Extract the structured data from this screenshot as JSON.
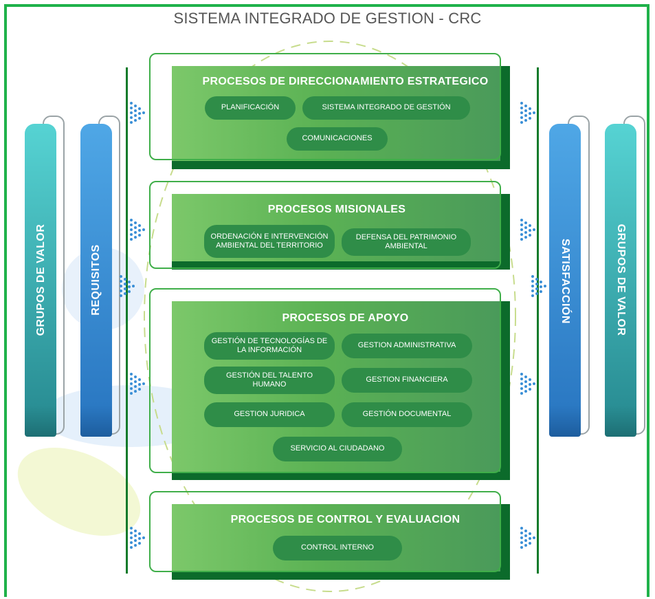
{
  "title": "SISTEMA INTEGRADO DE GESTION - CRC",
  "colors": {
    "frame": "#1fb24a",
    "section_dark": "#0c6b2b",
    "pill": "#2f8d48",
    "pillar_teal": "#3fbfc4",
    "pillar_blue": "#3d8fd6"
  },
  "left": {
    "outer_label": "GRUPOS DE VALOR",
    "inner_label": "REQUISITOS"
  },
  "right": {
    "inner_label": "SATISFACCIÓN",
    "outer_label": "GRUPOS DE VALOR"
  },
  "sections": {
    "estrategico": {
      "title": "PROCESOS DE DIRECCIONAMIENTO ESTRATEGICO",
      "items": [
        "PLANIFICACIÓN",
        "SISTEMA INTEGRADO DE GESTIÓN",
        "COMUNICACIONES"
      ]
    },
    "misionales": {
      "title": "PROCESOS MISIONALES",
      "items": [
        "ORDENACIÓN E INTERVENCIÓN AMBIENTAL DEL TERRITORIO",
        "DEFENSA DEL PATRIMONIO AMBIENTAL"
      ]
    },
    "apoyo": {
      "title": "PROCESOS DE APOYO",
      "items": [
        "GESTIÓN DE TECNOLOGÍAS DE LA INFORMACIÓN",
        "GESTION ADMINISTRATIVA",
        "GESTIÓN DEL TALENTO HUMANO",
        "GESTION FINANCIERA",
        "GESTION JURIDICA",
        "GESTIÓN DOCUMENTAL",
        "SERVICIO AL CIUDADANO"
      ]
    },
    "control": {
      "title": "PROCESOS DE CONTROL Y EVALUACION",
      "items": [
        "CONTROL INTERNO"
      ]
    }
  }
}
